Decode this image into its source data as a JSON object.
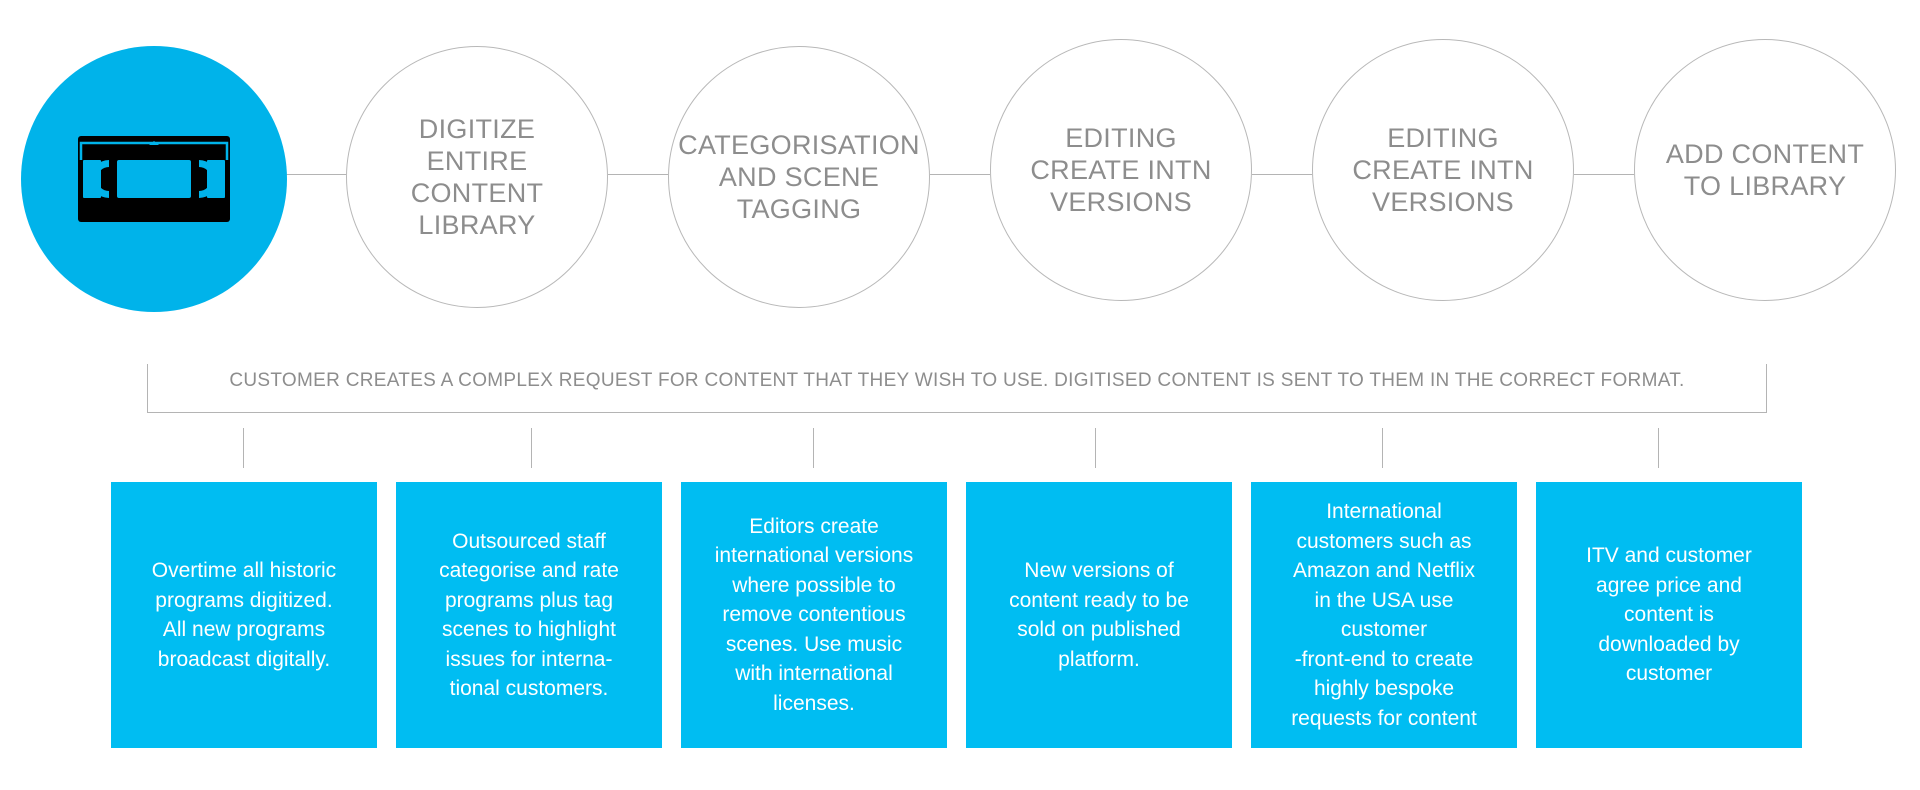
{
  "colors": {
    "accent": "#00b3ea",
    "card": "#00bdf2",
    "line": "#b4b4b4",
    "text_gray": "#8d8d8d",
    "text_white": "#ffffff"
  },
  "steps": [
    {
      "icon": "vhs-cassette-icon",
      "label": ""
    },
    {
      "label": "DIGITIZE ENTIRE\nCONTENT\nLIBRARY"
    },
    {
      "label": "CATEGORISATION\nAND SCENE\nTAGGING"
    },
    {
      "label": "EDITING\nCREATE INTN\nVERSIONS"
    },
    {
      "label": "EDITING\nCREATE INTN\nVERSIONS"
    },
    {
      "label": "ADD CONTENT\nTO LIBRARY"
    }
  ],
  "summary": "CUSTOMER CREATES A COMPLEX REQUEST FOR CONTENT THAT THEY WISH TO USE. DIGITISED CONTENT IS SENT TO THEM IN THE CORRECT FORMAT.",
  "cards": [
    "Overtime all historic\nprograms digitized.\nAll new programs\nbroadcast digitally.",
    "Outsourced staff\ncategorise and rate\nprograms plus tag\nscenes to highlight\nissues for interna-\ntional customers.",
    "Editors create\ninternational versions\nwhere possible to\nremove contentious\nscenes. Use music\nwith international\nlicenses.",
    "New versions of\ncontent ready to be\nsold on published\nplatform.",
    "International\ncustomers such as\nAmazon and Netflix\nin the USA use\ncustomer\n-front-end to create\nhighly bespoke\nrequests for content",
    "ITV and customer\nagree price and\ncontent is\ndownloaded by\ncustomer"
  ]
}
